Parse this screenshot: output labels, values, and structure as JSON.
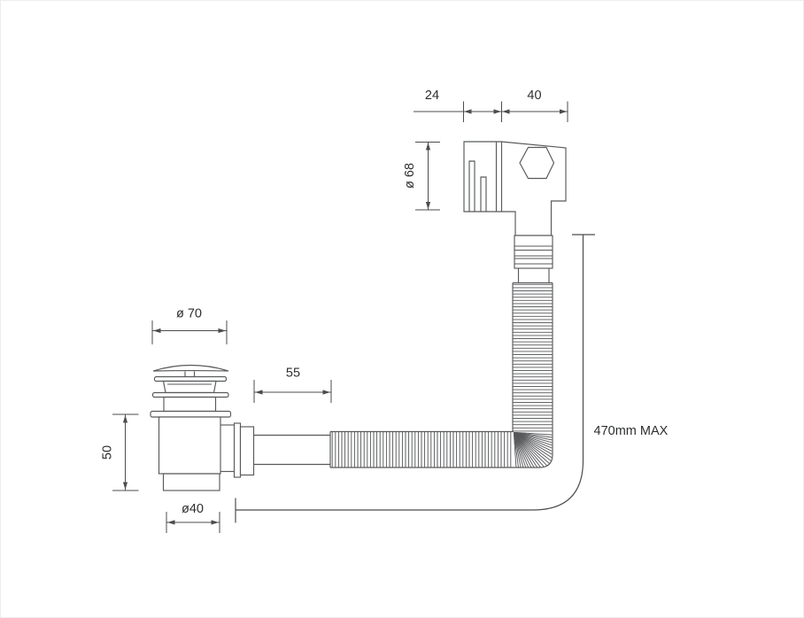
{
  "colors": {
    "line": "#58595b",
    "dim": "#4b4c4e",
    "text": "#2d2e30"
  },
  "dimensions": {
    "overflow_body_left_width": "24",
    "overflow_body_right_width": "40",
    "overflow_diameter": "ø 68",
    "plug_cap_diameter": "ø 70",
    "outlet_pipe_length": "55",
    "waste_body_height": "50",
    "waste_tail_diameter": "ø40",
    "hose_max_length": "470mm MAX"
  }
}
